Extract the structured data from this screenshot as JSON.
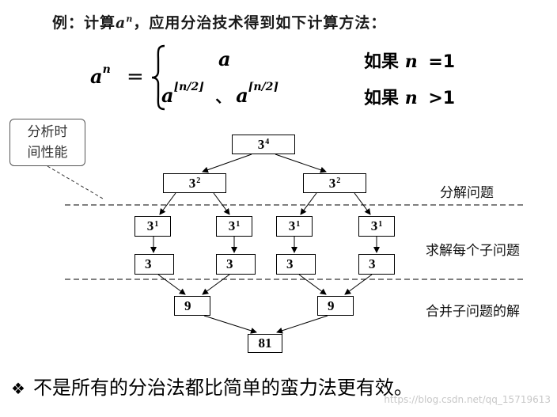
{
  "title": {
    "prefix": "例：计算",
    "var": "a",
    "exp": "n",
    "suffix": "，应用分治技术得到如下计算方法："
  },
  "formula": {
    "lhs_base": "a",
    "lhs_exp": "n",
    "equals": "=",
    "case1_expr": "a",
    "case1_cond_word": "如果",
    "case1_cond_var": "n",
    "case1_cond_rel": "=1",
    "case2_base1": "a",
    "case2_exp1": "⌊n/2⌋",
    "case2_sep": "、",
    "case2_base2": "a",
    "case2_exp2": "⌈n/2⌉",
    "case2_cond_word": "如果",
    "case2_cond_var": "n",
    "case2_cond_rel": ">1"
  },
  "callout": {
    "line1": "分析时",
    "line2": "间性能"
  },
  "stages": {
    "divide": "分解问题",
    "solve": "求解每个子问题",
    "combine": "合并子问题的解"
  },
  "tree": {
    "root": {
      "base": "3",
      "exp": "4"
    },
    "level1": [
      {
        "base": "3",
        "exp": "2"
      },
      {
        "base": "3",
        "exp": "2"
      }
    ],
    "level2": [
      {
        "base": "3",
        "exp": "1"
      },
      {
        "base": "3",
        "exp": "1"
      },
      {
        "base": "3",
        "exp": "1"
      },
      {
        "base": "3",
        "exp": "1"
      }
    ],
    "level3": [
      "3",
      "3",
      "3",
      "3"
    ],
    "combine1": [
      "9",
      "9"
    ],
    "result": "81"
  },
  "note": {
    "bullet": "❖",
    "text": "不是所有的分治法都比简单的蛮力法更有效。"
  },
  "watermark": "https://blog.csdn.net/qq_15719613"
}
